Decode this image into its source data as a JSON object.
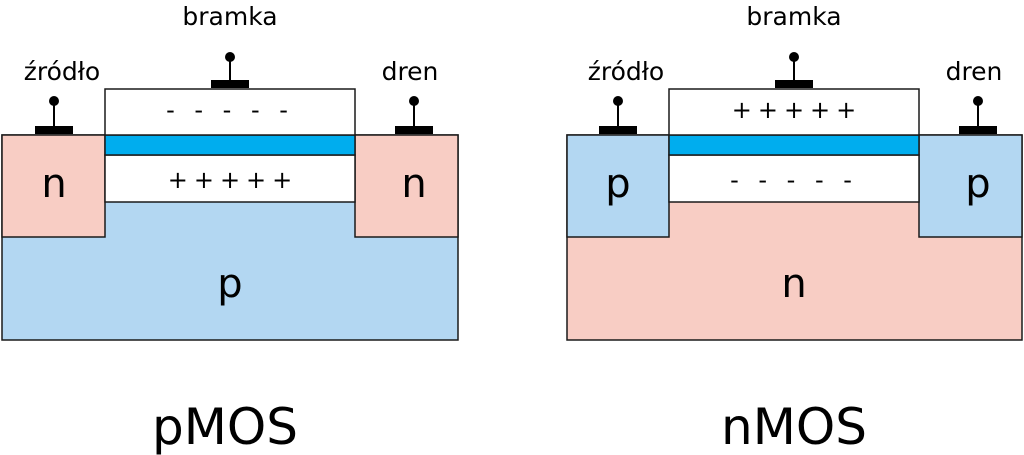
{
  "colors": {
    "p_region": "#b3d7f2",
    "n_region": "#f8cdc4",
    "oxide": "#00adee",
    "metal": "#000000",
    "outline": "#1a1a1a"
  },
  "pmos": {
    "title": "pMOS",
    "gate_label": "bramka",
    "source_label": "źródło",
    "drain_label": "dren",
    "substrate_label": "p",
    "source_region_label": "n",
    "drain_region_label": "n",
    "gate_charge": "- - - - -",
    "channel_charge": "+++++"
  },
  "nmos": {
    "title": "nMOS",
    "gate_label": "bramka",
    "source_label": "źródło",
    "drain_label": "dren",
    "substrate_label": "n",
    "source_region_label": "p",
    "drain_region_label": "p",
    "gate_charge": "+++++",
    "channel_charge": "- - - - -"
  }
}
